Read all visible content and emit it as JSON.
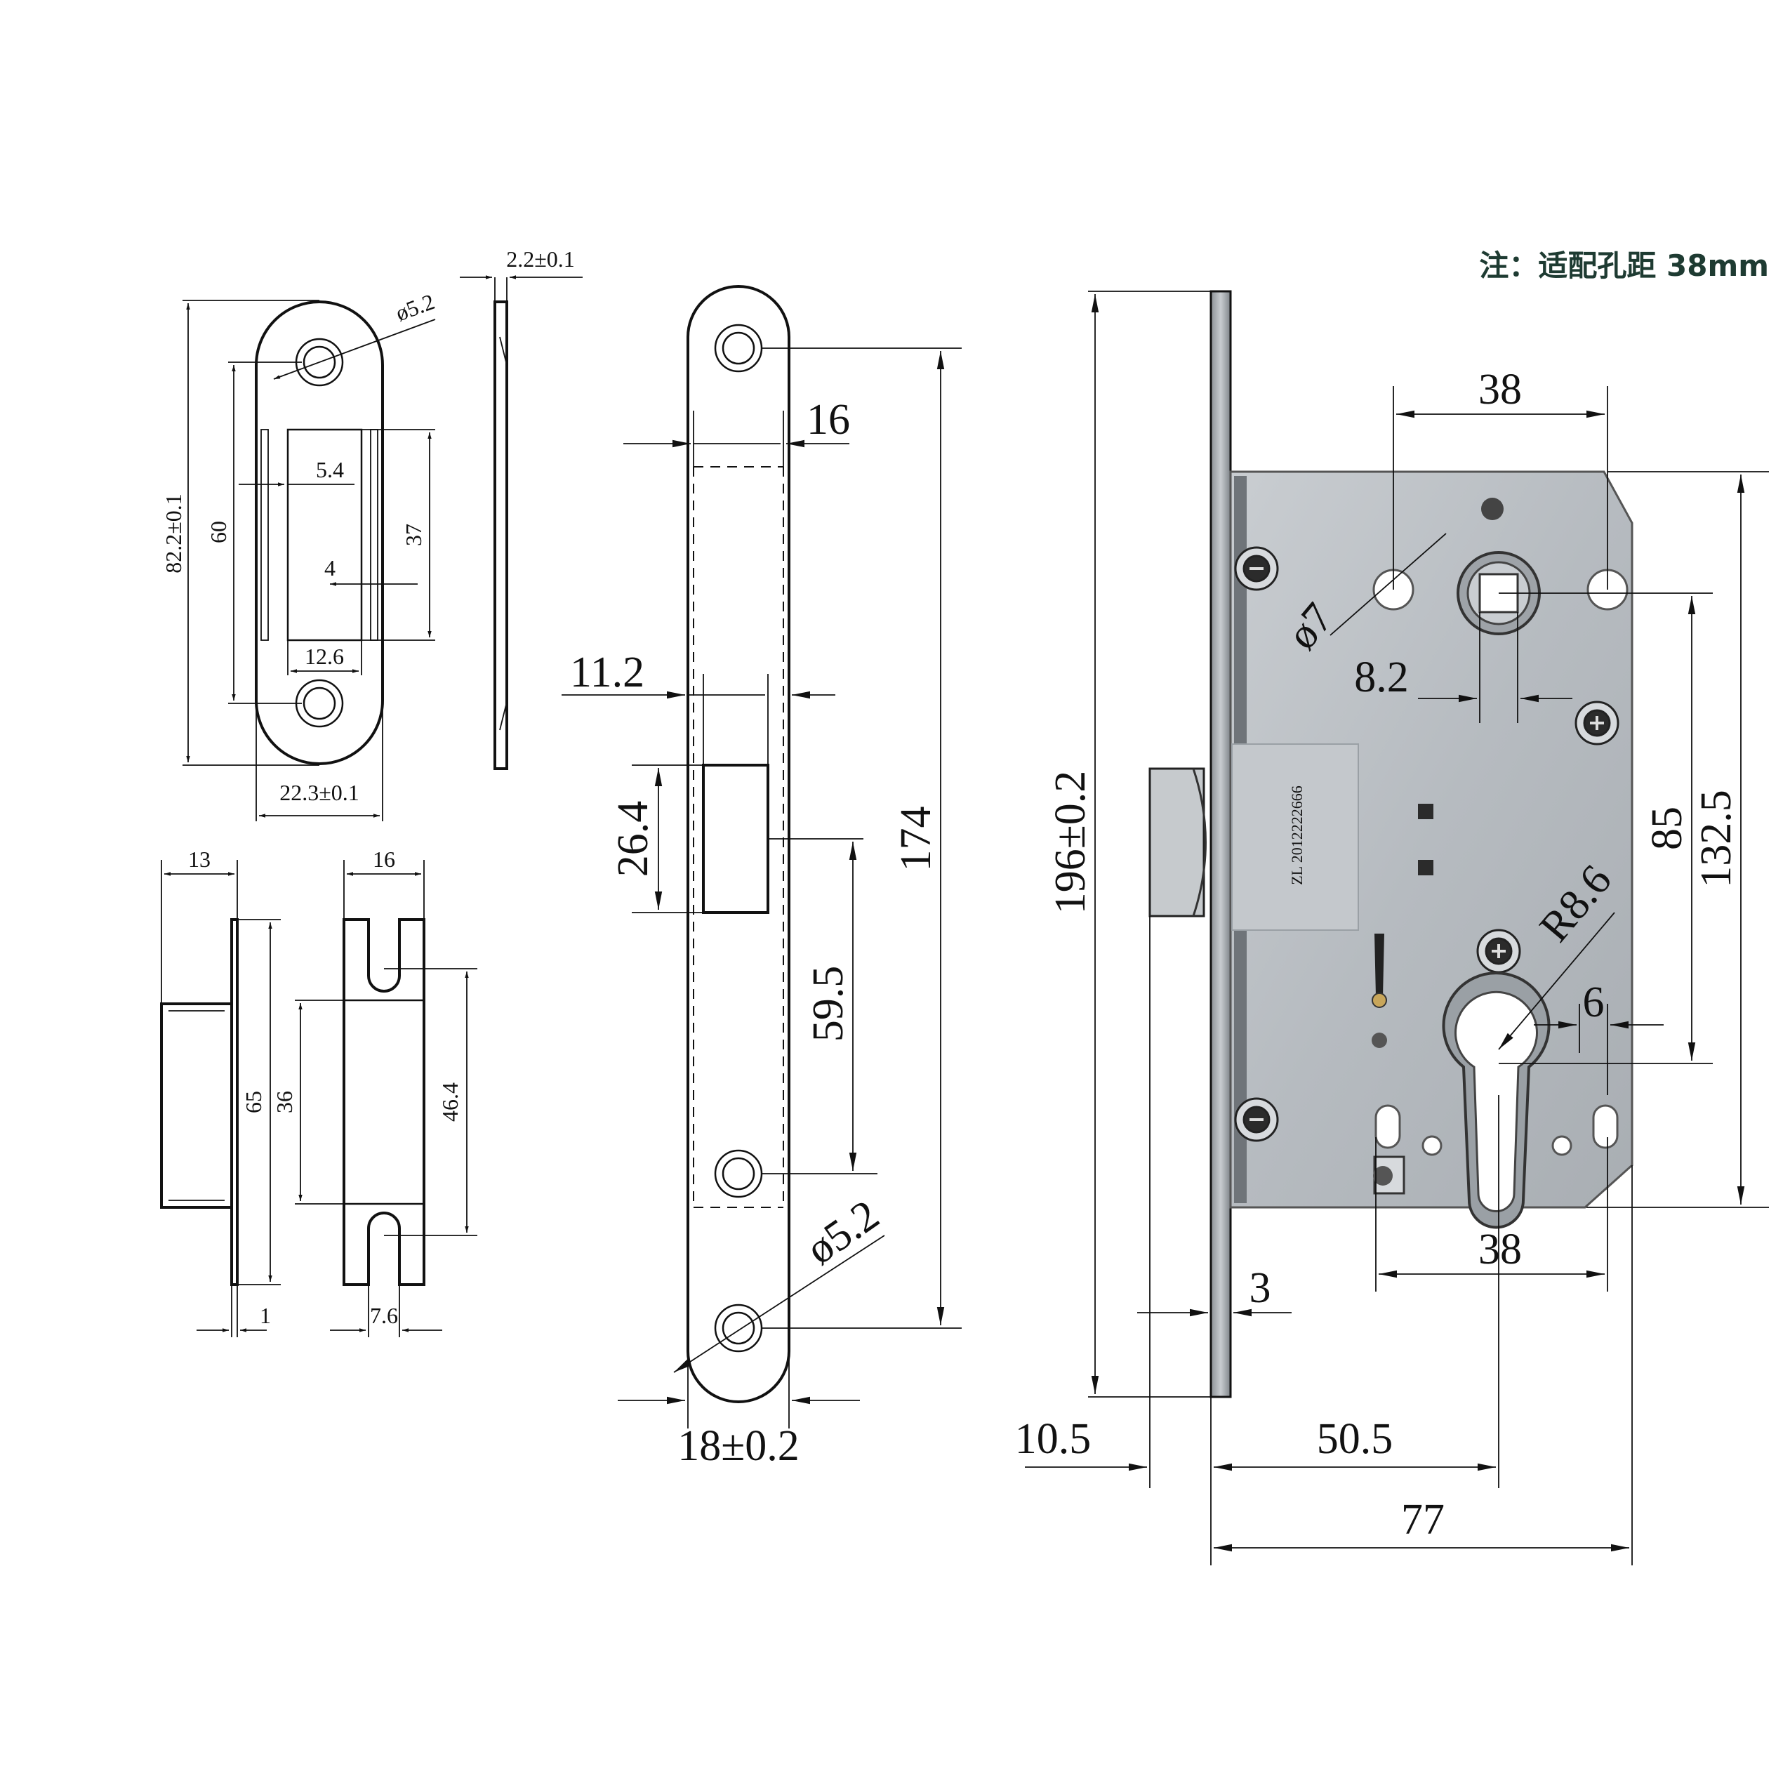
{
  "note": "注：适配孔距 38mm",
  "strike_plate": {
    "height": "82.2±0.1",
    "screw_spacing": "60",
    "hole": "ø5.2",
    "offset": "5.4",
    "offset_small": "4",
    "slot_height": "37",
    "slot_width": "12.6",
    "width": "22.3±0.1",
    "thickness": "2.2±0.1"
  },
  "strike_box": {
    "depth": "13",
    "height": "65",
    "flange": "1",
    "width": "16",
    "inner": "36",
    "opening": "46.4",
    "slot": "7.6"
  },
  "faceplate": {
    "bolt_width": "16",
    "bolt_offset": "11.2",
    "latch_height": "26.4",
    "latch_to_hole": "59.5",
    "length": "174",
    "hole": "ø5.2",
    "width": "18±0.2"
  },
  "lock_body": {
    "height": "196±0.2",
    "top_span": "38",
    "hole_dia": "ø7",
    "spindle": "8.2",
    "center_distance": "85",
    "case_height": "132.5",
    "radius": "R8.6",
    "cyl_offset": "6",
    "bottom_span": "38",
    "face_thickness": "3",
    "latch_projection": "10.5",
    "backset": "50.5",
    "depth": "77",
    "serial": "ZL 2012222666"
  },
  "colors": {
    "note": "#1e3b32",
    "case": "#b9bec3",
    "line": "#111111"
  }
}
